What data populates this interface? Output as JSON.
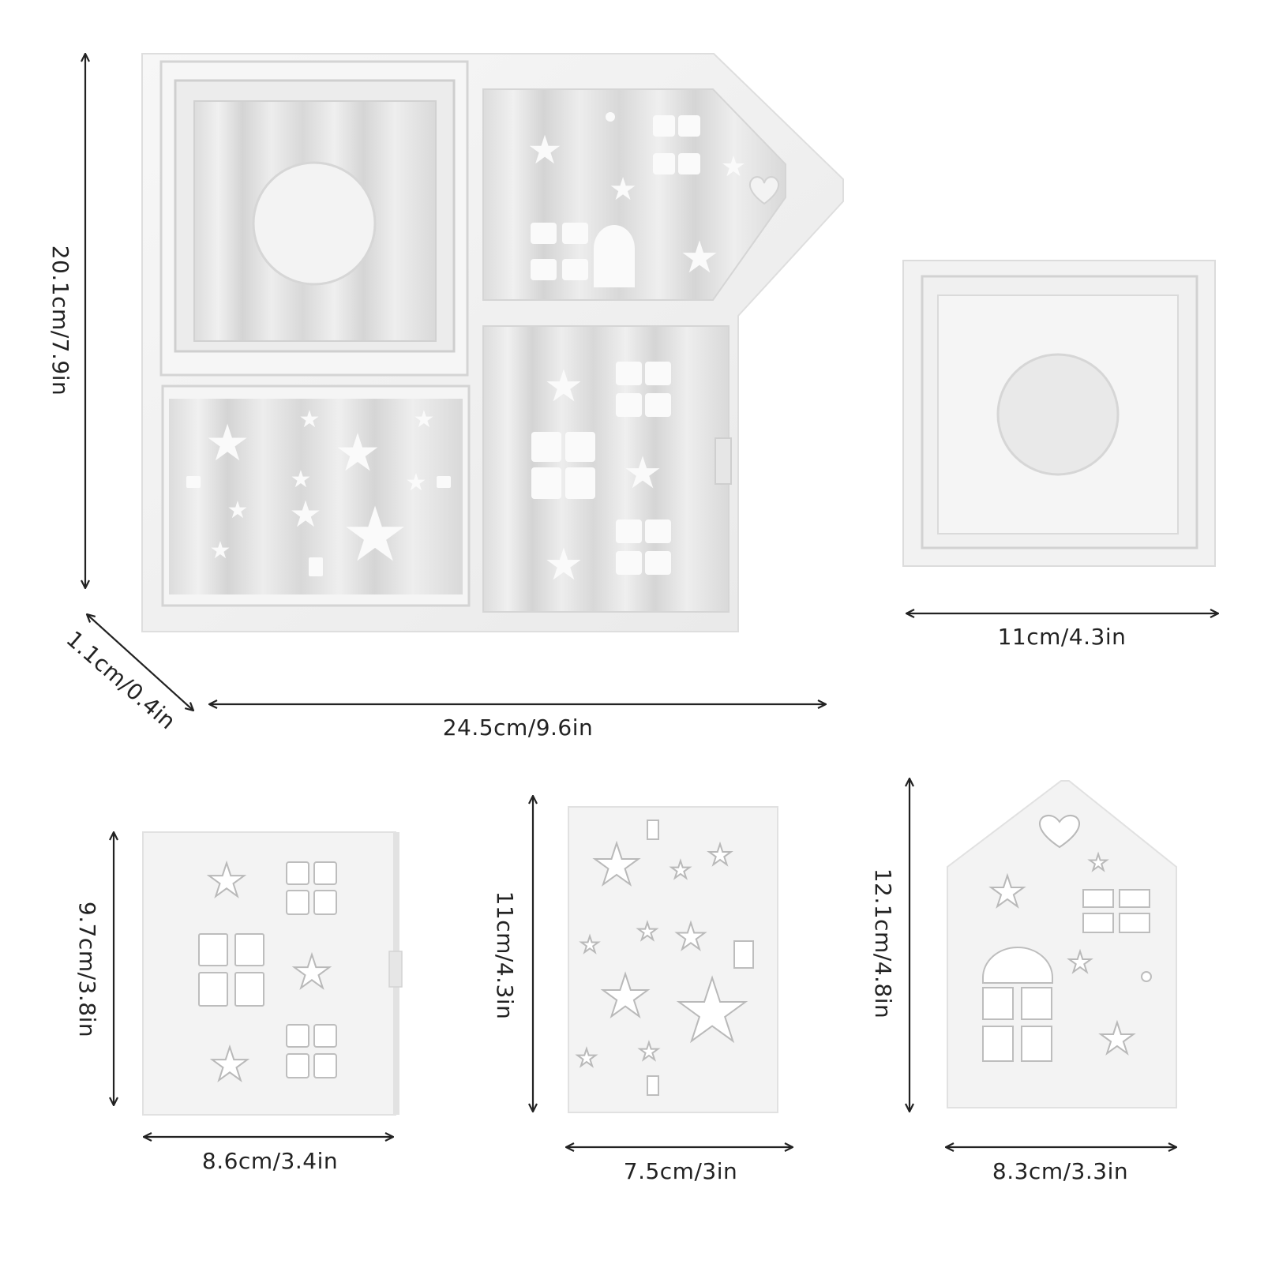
{
  "dimensions": {
    "mold_height": "20.1cm/7.9in",
    "mold_depth": "1.1cm/0.4in",
    "mold_width": "24.5cm/9.6in",
    "coaster_width": "11cm/4.3in",
    "house_side_height": "9.7cm/3.8in",
    "house_side_width": "8.6cm/3.4in",
    "house_back_height": "11cm/4.3in",
    "house_back_width": "7.5cm/3in",
    "house_front_height": "12.1cm/4.8in",
    "house_front_width": "8.3cm/3.3in"
  },
  "colors": {
    "silicone": "#f1f1f1",
    "silicone_shadow": "#d9d9d9",
    "resin_white": "#f4f4f4",
    "arrow": "#222222"
  }
}
